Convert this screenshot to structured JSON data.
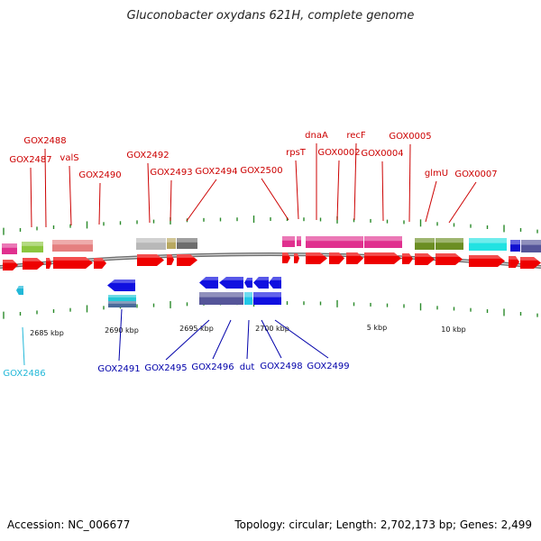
{
  "title": "Gluconobacter oxydans 621H, complete genome",
  "footer": {
    "accession": "Accession: NC_006677",
    "summary": "Topology: circular; Length: 2,702,173 bp; Genes: 2,499"
  },
  "colors": {
    "forward_label": "#cc0000",
    "reverse_label": "#0000aa",
    "highlight_label": "#22b8d8",
    "tick": "#2a8a2a",
    "backbone": "#8a8a8a"
  },
  "scale_labels": [
    "2685 kbp",
    "2690 kbp",
    "2695 kbp",
    "2700 kbp",
    "5 kbp",
    "10 kbp"
  ],
  "top_genes": [
    "GOX2487",
    "GOX2488",
    "valS",
    "GOX2490",
    "GOX2492",
    "GOX2493",
    "GOX2494",
    "GOX2500",
    "rpsT",
    "dnaA",
    "GOX0002",
    "recF",
    "GOX0004",
    "GOX0005",
    "glmU",
    "GOX0007"
  ],
  "bottom_genes": [
    "GOX2486",
    "GOX2491",
    "GOX2495",
    "GOX2496",
    "dut",
    "GOX2498",
    "GOX2499"
  ]
}
